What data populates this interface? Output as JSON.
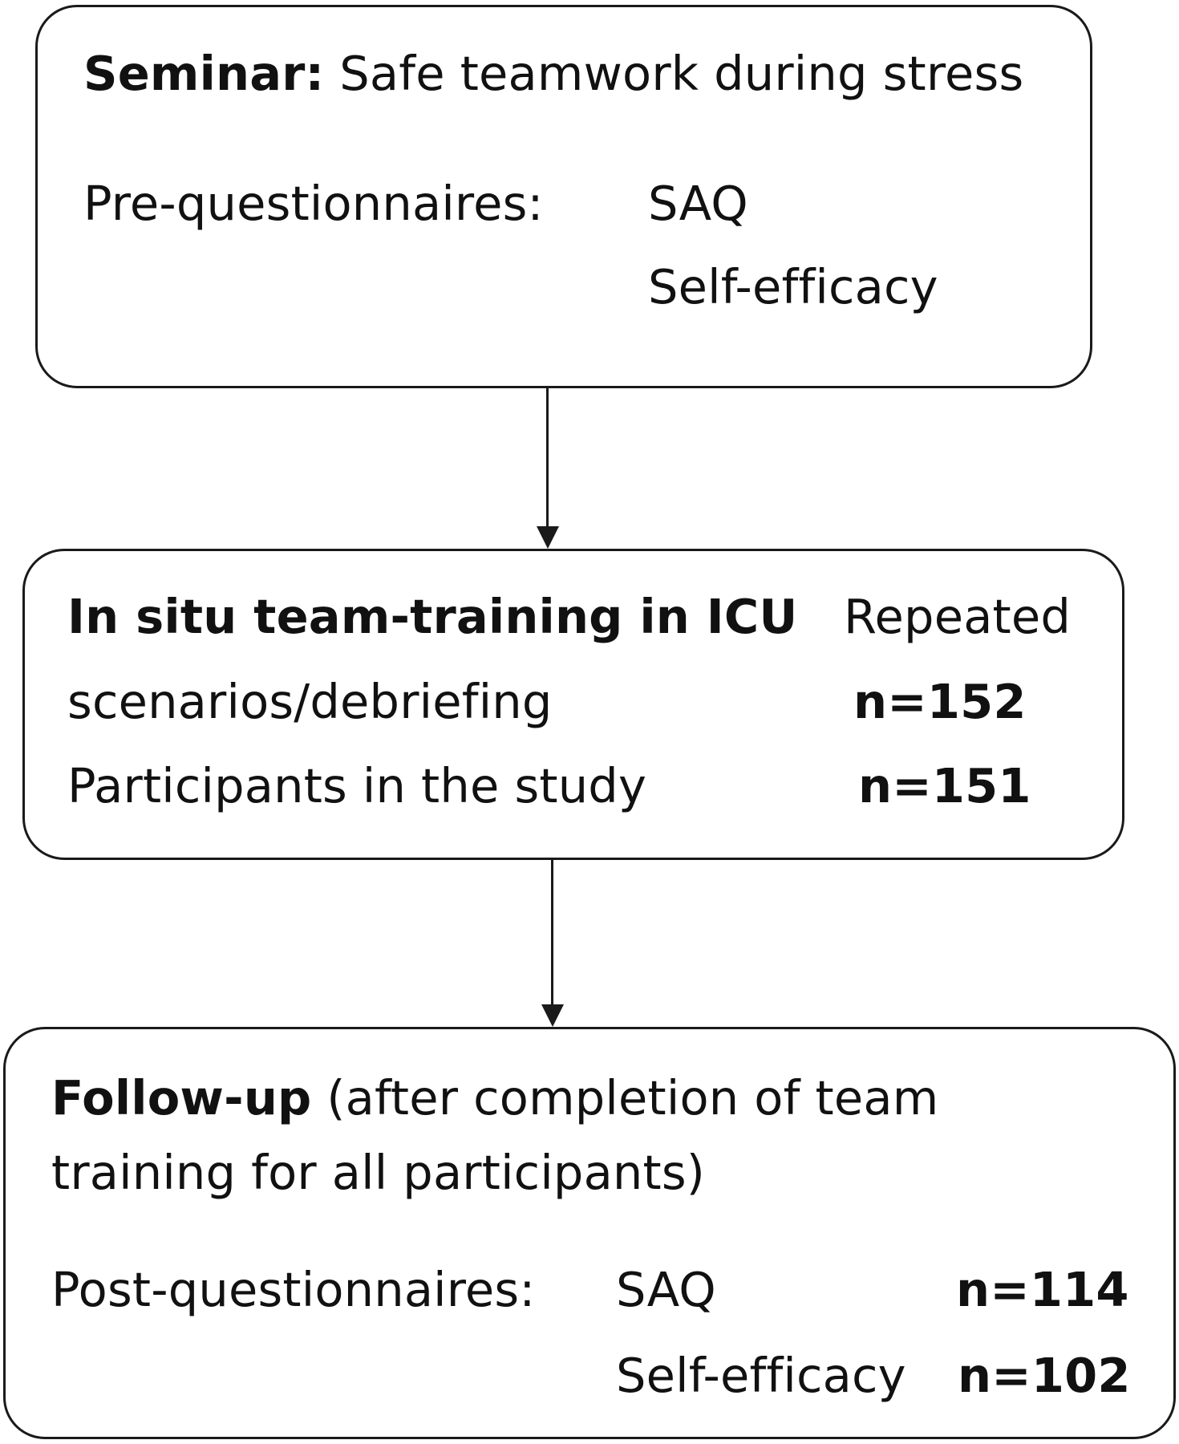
{
  "seminar": {
    "label_bold": "Seminar:",
    "label_rest": " Safe teamwork during stress",
    "pre_label": "Pre-questionnaires:",
    "item1": "SAQ",
    "item2": "Self-efficacy"
  },
  "training": {
    "title": "In situ team-training in ICU",
    "repeated": "Repeated",
    "line2": "scenarios/debriefing",
    "n_scenarios": "n=152",
    "line3": "Participants in the study",
    "n_participants": "n=151"
  },
  "followup": {
    "title_bold": "Follow-up",
    "title_rest": " (after completion of team",
    "title_line2": "training for all participants)",
    "post_label": "Post-questionnaires:",
    "item1": "SAQ",
    "n_saq": "n=114",
    "item2": "Self-efficacy",
    "n_self_efficacy": "n=102"
  }
}
